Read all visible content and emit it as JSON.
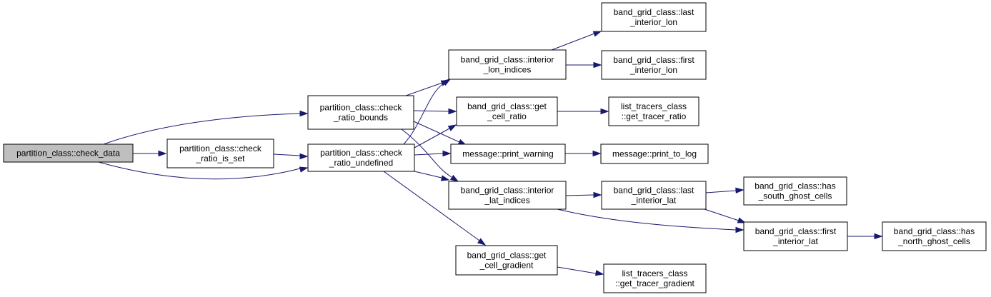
{
  "graph": {
    "nodes": [
      {
        "id": "n0",
        "lines": [
          "partition_class::check_data"
        ],
        "highlight": true
      },
      {
        "id": "n1",
        "lines": [
          "partition_class::check",
          "_ratio_bounds"
        ]
      },
      {
        "id": "n2",
        "lines": [
          "partition_class::check",
          "_ratio_is_set"
        ]
      },
      {
        "id": "n3",
        "lines": [
          "partition_class::check",
          "_ratio_undefined"
        ]
      },
      {
        "id": "n4",
        "lines": [
          "band_grid_class::interior",
          "_lon_indices"
        ]
      },
      {
        "id": "n5",
        "lines": [
          "band_grid_class::get",
          "_cell_ratio"
        ]
      },
      {
        "id": "n6",
        "lines": [
          "message::print_warning"
        ]
      },
      {
        "id": "n7",
        "lines": [
          "band_grid_class::interior",
          "_lat_indices"
        ]
      },
      {
        "id": "n8",
        "lines": [
          "band_grid_class::get",
          "_cell_gradient"
        ]
      },
      {
        "id": "n9",
        "lines": [
          "band_grid_class::last",
          "_interior_lon"
        ]
      },
      {
        "id": "n10",
        "lines": [
          "band_grid_class::first",
          "_interior_lon"
        ]
      },
      {
        "id": "n11",
        "lines": [
          "list_tracers_class",
          "::get_tracer_ratio"
        ]
      },
      {
        "id": "n12",
        "lines": [
          "message::print_to_log"
        ]
      },
      {
        "id": "n13",
        "lines": [
          "band_grid_class::last",
          "_interior_lat"
        ]
      },
      {
        "id": "n14",
        "lines": [
          "list_tracers_class",
          "::get_tracer_gradient"
        ]
      },
      {
        "id": "n15",
        "lines": [
          "band_grid_class::has",
          "_south_ghost_cells"
        ]
      },
      {
        "id": "n16",
        "lines": [
          "band_grid_class::first",
          "_interior_lat"
        ]
      },
      {
        "id": "n17",
        "lines": [
          "band_grid_class::has",
          "_north_ghost_cells"
        ]
      }
    ],
    "edges": [
      [
        "n0",
        "n1"
      ],
      [
        "n0",
        "n2"
      ],
      [
        "n0",
        "n3"
      ],
      [
        "n2",
        "n3"
      ],
      [
        "n1",
        "n4"
      ],
      [
        "n1",
        "n5"
      ],
      [
        "n1",
        "n6"
      ],
      [
        "n1",
        "n7"
      ],
      [
        "n3",
        "n4"
      ],
      [
        "n3",
        "n5"
      ],
      [
        "n3",
        "n6"
      ],
      [
        "n3",
        "n7"
      ],
      [
        "n3",
        "n8"
      ],
      [
        "n4",
        "n9"
      ],
      [
        "n4",
        "n10"
      ],
      [
        "n5",
        "n11"
      ],
      [
        "n6",
        "n12"
      ],
      [
        "n7",
        "n13"
      ],
      [
        "n7",
        "n16"
      ],
      [
        "n8",
        "n14"
      ],
      [
        "n13",
        "n15"
      ],
      [
        "n13",
        "n16"
      ],
      [
        "n16",
        "n17"
      ]
    ]
  },
  "colors": {
    "node_fill": "#ffffff",
    "node_highlight_fill": "#bfbfbf",
    "node_border": "#000000",
    "edge": "#191970"
  }
}
